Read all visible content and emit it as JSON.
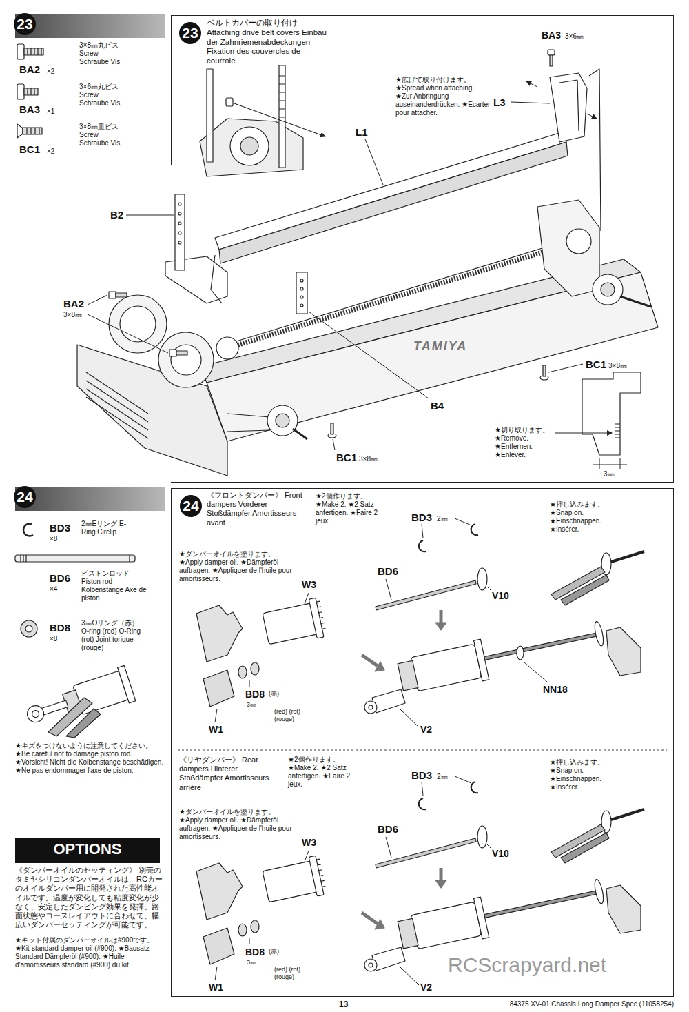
{
  "diagram": {
    "nodes": [
      {
        "text": [
          "23"
        ]
      },
      {
        "text": [
          "23",
          "ベルトカバーの取り付け Attaching drive belt covers Einbau der Zahnriemenabdeckungen Fixation des couvercles de courroie"
        ]
      },
      {
        "text": [
          "24"
        ]
      },
      {
        "text": [
          "24"
        ]
      },
      {
        "text": [
          "OPTIONS"
        ]
      }
    ],
    "labels": [
      "3×8㎜丸ビス Screw Schraube Vis",
      "BA2",
      "×2",
      "3×6㎜丸ビス Screw Schraube Vis",
      "BA3",
      "×1",
      "3×8㎜皿ビス Screw Schraube Vis",
      "BC1",
      "×2",
      "BA3",
      "3×6㎜",
      "★広げて取り付けます。 ★Spread when attaching. ★Zur Anbringung auseinanderdrücken. ★Ecarter pour attacher.",
      "L3",
      "L1",
      "B2",
      "BA2",
      "3×8㎜",
      "TAMIYA",
      "B4",
      "BC1",
      "3×8㎜",
      "BC1",
      "3×8㎜",
      "★切り取ります。 ★Remove. ★Entfernen. ★Enlever.",
      "3㎜",
      "BD3",
      "×8",
      "2㎜Eリング E-Ring Circlip",
      "BD6",
      "×4",
      "ピストンロッド Piston rod Kolbenstange Axe de piston",
      "BD8",
      "×8",
      "3㎜Oリング（赤） O-ring (red) O-Ring (rot) Joint torique (rouge)",
      "★キズをつけないように注意してください。 ★Be careful not to damage piston rod. ★Vorsicht! Nicht die Kolbenstange beschädigen. ★Ne pas endommager l'axe de piston.",
      "《ダンパーオイルのセッティング》 別売のタミヤシリコンダンパーオイルは、RCカーのオイルダンパー用に開発された高性能オイルです。温度が変化しても粘度変化が少なく、安定したダンピング効果を発揮。路面状態やコースレイアウトに合わせて、幅広いダンパーセッティングが可能です。",
      "★キット付属のダンパーオイルは#900です。 ★Kit-standard damper oil (#900). ★Bausatz-Standard Dämpferöl (#900). ★Huile d'amortisseurs standard (#900) du kit.",
      "《フロントダンパー》 Front dampers Vorderer Stoßdämpfer Amortisseurs avant",
      "★2個作ります。 ★Make 2. ★2 Satz anfertigen. ★Faire 2 jeux.",
      "BD3",
      "2㎜",
      "★押し込みます。 ★Snap on. ★Einschnappen. ★Insérer.",
      "★ダンパーオイルを塗ります。 ★Apply damper oil. ★Dämpferöl auftragen. ★Appliquer de l'huile pour amortisseurs.",
      "BD6",
      "V10",
      "W3",
      "NN18",
      "BD8",
      "(赤)",
      "3㎜",
      "(red) (rot) (rouge)",
      "W1",
      "V2",
      "《リヤダンパー》 Rear dampers Hinterer Stoßdämpfer Amortisseurs arrière",
      "★2個作ります。 ★Make 2. ★2 Satz anfertigen. ★Faire 2 jeux.",
      "BD3",
      "2㎜",
      "★押し込みます。 ★Snap on. ★Einschnappen. ★Insérer.",
      "★ダンパーオイルを塗ります。 ★Apply damper oil. ★Dämpferöl auftragen. ★Appliquer de l'huile pour amortisseurs.",
      "BD6",
      "V10",
      "W3",
      "BD8",
      "(赤)",
      "3㎜",
      "(red) (rot) (rouge)",
      "W1",
      "V2",
      "13",
      "84375 XV-01 Chassis Long Damper Spec (11058254)",
      "RCScrapyard.net"
    ]
  }
}
